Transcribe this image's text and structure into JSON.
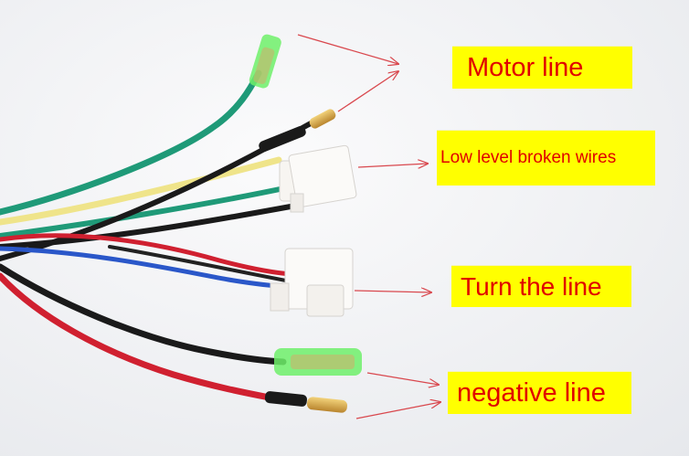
{
  "labels": {
    "motor_line": "Motor line",
    "low_level_broken_wires": "Low level broken wires",
    "turn_the_line": "Turn the line",
    "negative_line": "negative line"
  },
  "colors": {
    "background": "#f1f2f4",
    "label_fill": "#ffff00",
    "label_text": "#e00000",
    "arrow": "#d9484e",
    "wire_green": "#1f9a78",
    "wire_yellow": "#efe48a",
    "wire_black": "#1a1a1a",
    "wire_red": "#d02030",
    "wire_blue": "#2a57c9",
    "connector_white": "#f7f5f1",
    "connector_green_sleeve": "#6ff06a",
    "brass_terminal": "#d4a54a"
  }
}
